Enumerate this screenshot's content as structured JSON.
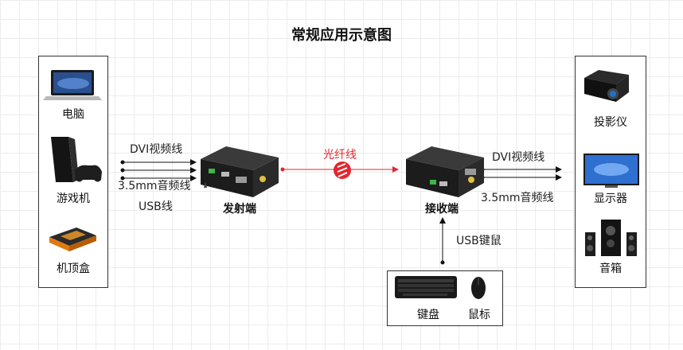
{
  "title": "常规应用示意图",
  "sources": {
    "items": [
      {
        "label": "电脑",
        "icon": "laptop-icon"
      },
      {
        "label": "游戏机",
        "icon": "game-console-icon"
      },
      {
        "label": "机顶盒",
        "icon": "set-top-box-icon"
      }
    ]
  },
  "displays": {
    "items": [
      {
        "label": "投影仪",
        "icon": "projector-icon"
      },
      {
        "label": "显示器",
        "icon": "monitor-icon"
      },
      {
        "label": "音箱",
        "icon": "speaker-icon"
      }
    ]
  },
  "left_links": [
    "DVI视频线",
    "3.5mm音频线",
    "USB线"
  ],
  "right_links": [
    "DVI视频线",
    "3.5mm音频线"
  ],
  "transmitter": {
    "label": "发射端"
  },
  "receiver": {
    "label": "接收端"
  },
  "fiber": {
    "label": "光纤线",
    "color": "#e0282e"
  },
  "usb_kvm": {
    "label": "USB键鼠"
  },
  "peripherals": {
    "keyboard": {
      "label": "键盘",
      "icon": "keyboard-icon"
    },
    "mouse": {
      "label": "鼠标",
      "icon": "mouse-icon"
    }
  }
}
